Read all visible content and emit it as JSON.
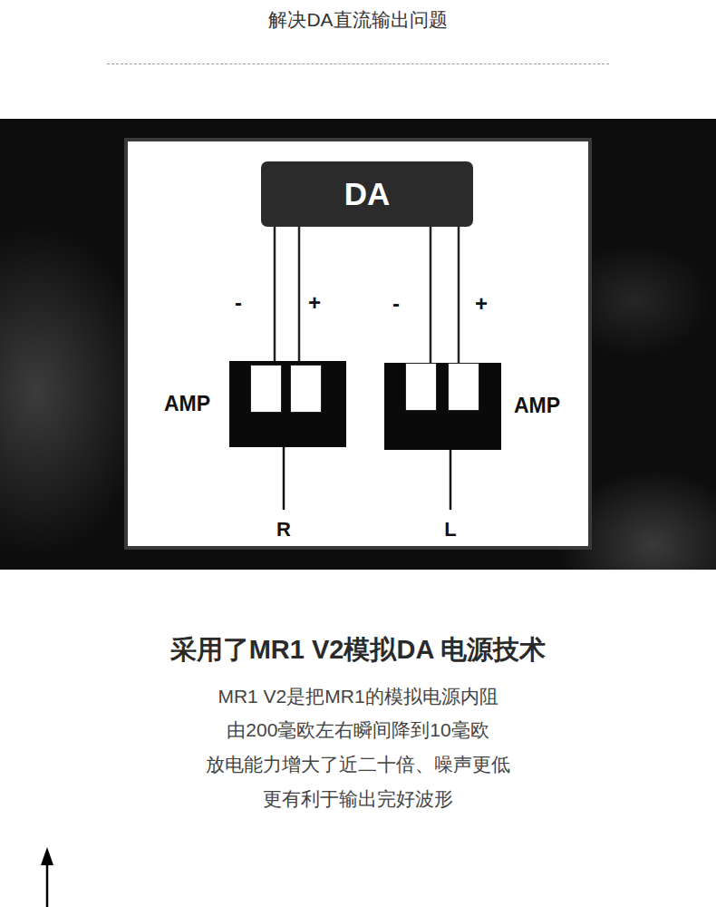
{
  "diagram": {
    "title": "解决DA直流输出问题",
    "nodes": [
      {
        "text": [
          "DA"
        ]
      },
      {
        "text": [
          "AMP"
        ]
      },
      {
        "text": [
          "AMP"
        ]
      }
    ],
    "edges": [
      {
        "from": 0,
        "to": 1,
        "arrow": "none",
        "label": "-"
      },
      {
        "from": 0,
        "to": 1,
        "arrow": "none",
        "label": "+"
      },
      {
        "from": 0,
        "to": 2,
        "arrow": "none",
        "label": "-"
      },
      {
        "from": 0,
        "to": 2,
        "arrow": "none",
        "label": "+"
      }
    ],
    "labels": [
      "R",
      "L",
      "采用了MR1 V2模拟DA 电源技术",
      "MR1 V2是把MR1的模拟电源内阻",
      "由200毫欧左右瞬间降到10毫欧",
      "放电能力增大了近二十倍、噪声更低",
      "更有利于输出完好波形"
    ]
  }
}
